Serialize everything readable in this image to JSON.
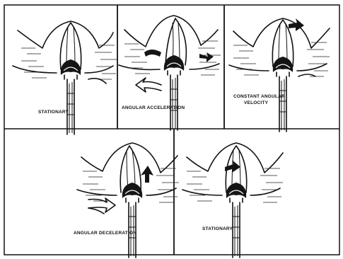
{
  "panels": [
    {
      "id": "p1",
      "caption": "STATIONARY"
    },
    {
      "id": "p2",
      "caption": "ANGULAR ACCELERATION"
    },
    {
      "id": "p3",
      "caption_line1": "CONSTANT ANGULAR",
      "caption_line2": "VELOCITY"
    },
    {
      "id": "p4",
      "caption": "ANGULAR DECELERATION"
    },
    {
      "id": "p5",
      "caption": "STATIONARY"
    }
  ]
}
